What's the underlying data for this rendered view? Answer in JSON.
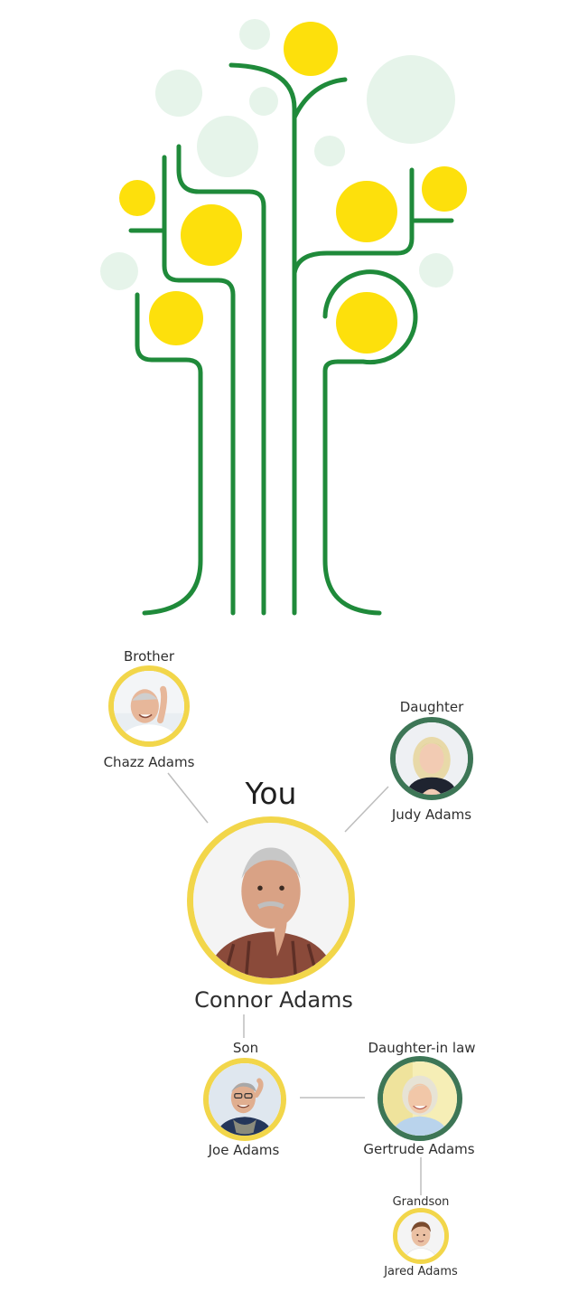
{
  "colors": {
    "branch_green": "#1f8a3a",
    "fruit_yellow": "#fde00c",
    "bubble_mint": "#e6f4ea",
    "ring_yellow": "#f2d64a",
    "ring_green": "#3d7656",
    "connector_gray": "#bdbdbd"
  },
  "tree": {
    "icon": "family-tree-icon"
  },
  "you": {
    "heading": "You",
    "name": "Connor Adams"
  },
  "relatives": {
    "brother": {
      "relation": "Brother",
      "name": "Chazz Adams"
    },
    "daughter": {
      "relation": "Daughter",
      "name": "Judy Adams"
    },
    "son": {
      "relation": "Son",
      "name": "Joe Adams"
    },
    "daughter_in_law": {
      "relation": "Daughter-in law",
      "name": "Gertrude Adams"
    },
    "grandson": {
      "relation": "Grandson",
      "name": "Jared Adams"
    }
  }
}
